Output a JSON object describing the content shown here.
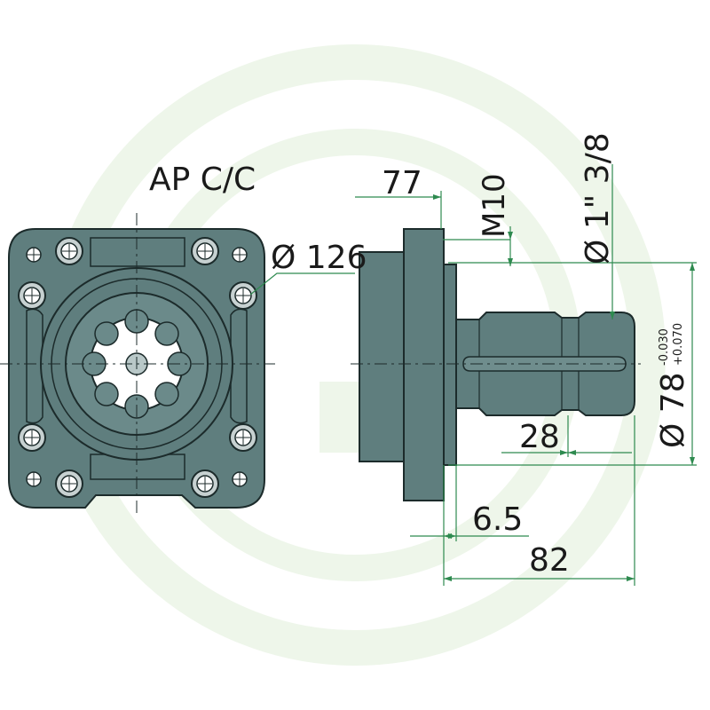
{
  "labels": {
    "view_title": "AP C/C",
    "flange_diameter": "Ø 126",
    "bolt_length": "77",
    "thread": "M10",
    "shaft_diameter": "Ø 1\"  3/8",
    "pilot_diameter": "Ø 78",
    "tol_upper": "-0.030",
    "tol_lower": "+0.070",
    "spline_length": "28",
    "flange_thickness": "6.5",
    "overall_length": "82"
  },
  "colors": {
    "body": "#5f7e7e",
    "body_stroke": "#1c2b2b",
    "dimension_line": "#2e8a4f",
    "watermark": "#eef6ea"
  }
}
